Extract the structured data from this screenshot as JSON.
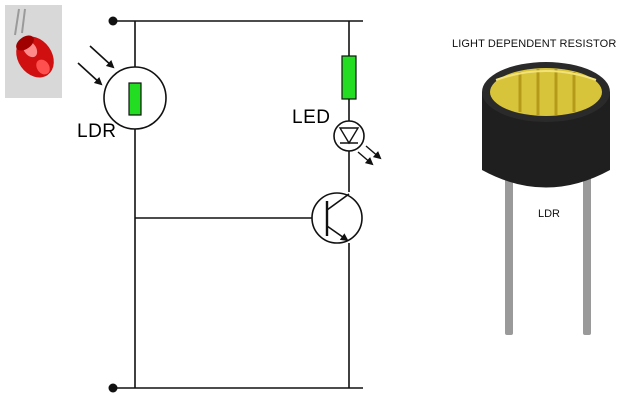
{
  "labels": {
    "ldr_symbol": "LDR",
    "led_symbol": "LED",
    "photo_title": "LIGHT DEPENDENT RESISTOR",
    "photo_body": "LDR"
  },
  "colors": {
    "wire": "#111111",
    "resistor_fill": "#22dd22",
    "ldr_cap_rim": "#1f1f1f",
    "ldr_window": "#d8c43a",
    "led_red": "#e01818",
    "legs": "#9a9a9a"
  },
  "icons": {
    "thumbnail": "red-led-icon"
  }
}
